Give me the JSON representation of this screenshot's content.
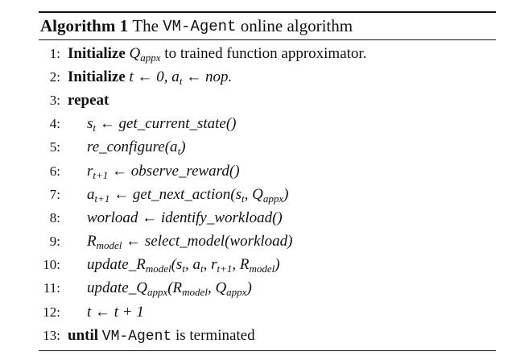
{
  "header": {
    "label": "Algorithm 1",
    "prefix": "The",
    "agent": "VM-Agent",
    "suffix": "online algorithm"
  },
  "lines": [
    {
      "num": "1:",
      "kw": "Initialize",
      "q": "Q",
      "q_sub": "appx",
      "text": "to trained function approximator."
    },
    {
      "num": "2:",
      "kw": "Initialize",
      "math": "t ← 0, a",
      "math_sub": "t",
      "math_tail": " ← nop."
    },
    {
      "num": "3:",
      "kw": "repeat"
    },
    {
      "num": "4:",
      "lhs": "s",
      "lhs_sub": "t",
      "rhs": "← get_current_state()"
    },
    {
      "num": "5:",
      "text": "re_configure(a",
      "text_sub": "t",
      "text_tail": ")"
    },
    {
      "num": "6:",
      "lhs": "r",
      "lhs_sub": "t+1",
      "rhs": "← observe_reward()"
    },
    {
      "num": "7:",
      "lhs": "a",
      "lhs_sub": "t+1",
      "rhs": "← get_next_action(s",
      "rhs_sub": "t",
      "rhs_mid": ", Q",
      "rhs_sub2": "appx",
      "rhs_tail": ")"
    },
    {
      "num": "8:",
      "text": "worload ← identify_workload()"
    },
    {
      "num": "9:",
      "lhs": "R",
      "lhs_sub": "model",
      "rhs": "← select_model(workload)"
    },
    {
      "num": "10:",
      "text": "update_R",
      "sub1": "model",
      "mid1": "(s",
      "sub2": "t",
      "mid2": ", a",
      "sub3": "t",
      "mid3": ", r",
      "sub4": "t+1",
      "mid4": ", R",
      "sub5": "model",
      "tail": ")"
    },
    {
      "num": "11:",
      "text": "update_Q",
      "sub1": "appx",
      "mid1": "(R",
      "sub2": "model",
      "mid2": ", Q",
      "sub3": "appx",
      "tail": ")"
    },
    {
      "num": "12:",
      "text": "t ← t + 1"
    },
    {
      "num": "13:",
      "kw": "until",
      "agent": "VM-Agent",
      "text": "is terminated"
    }
  ]
}
